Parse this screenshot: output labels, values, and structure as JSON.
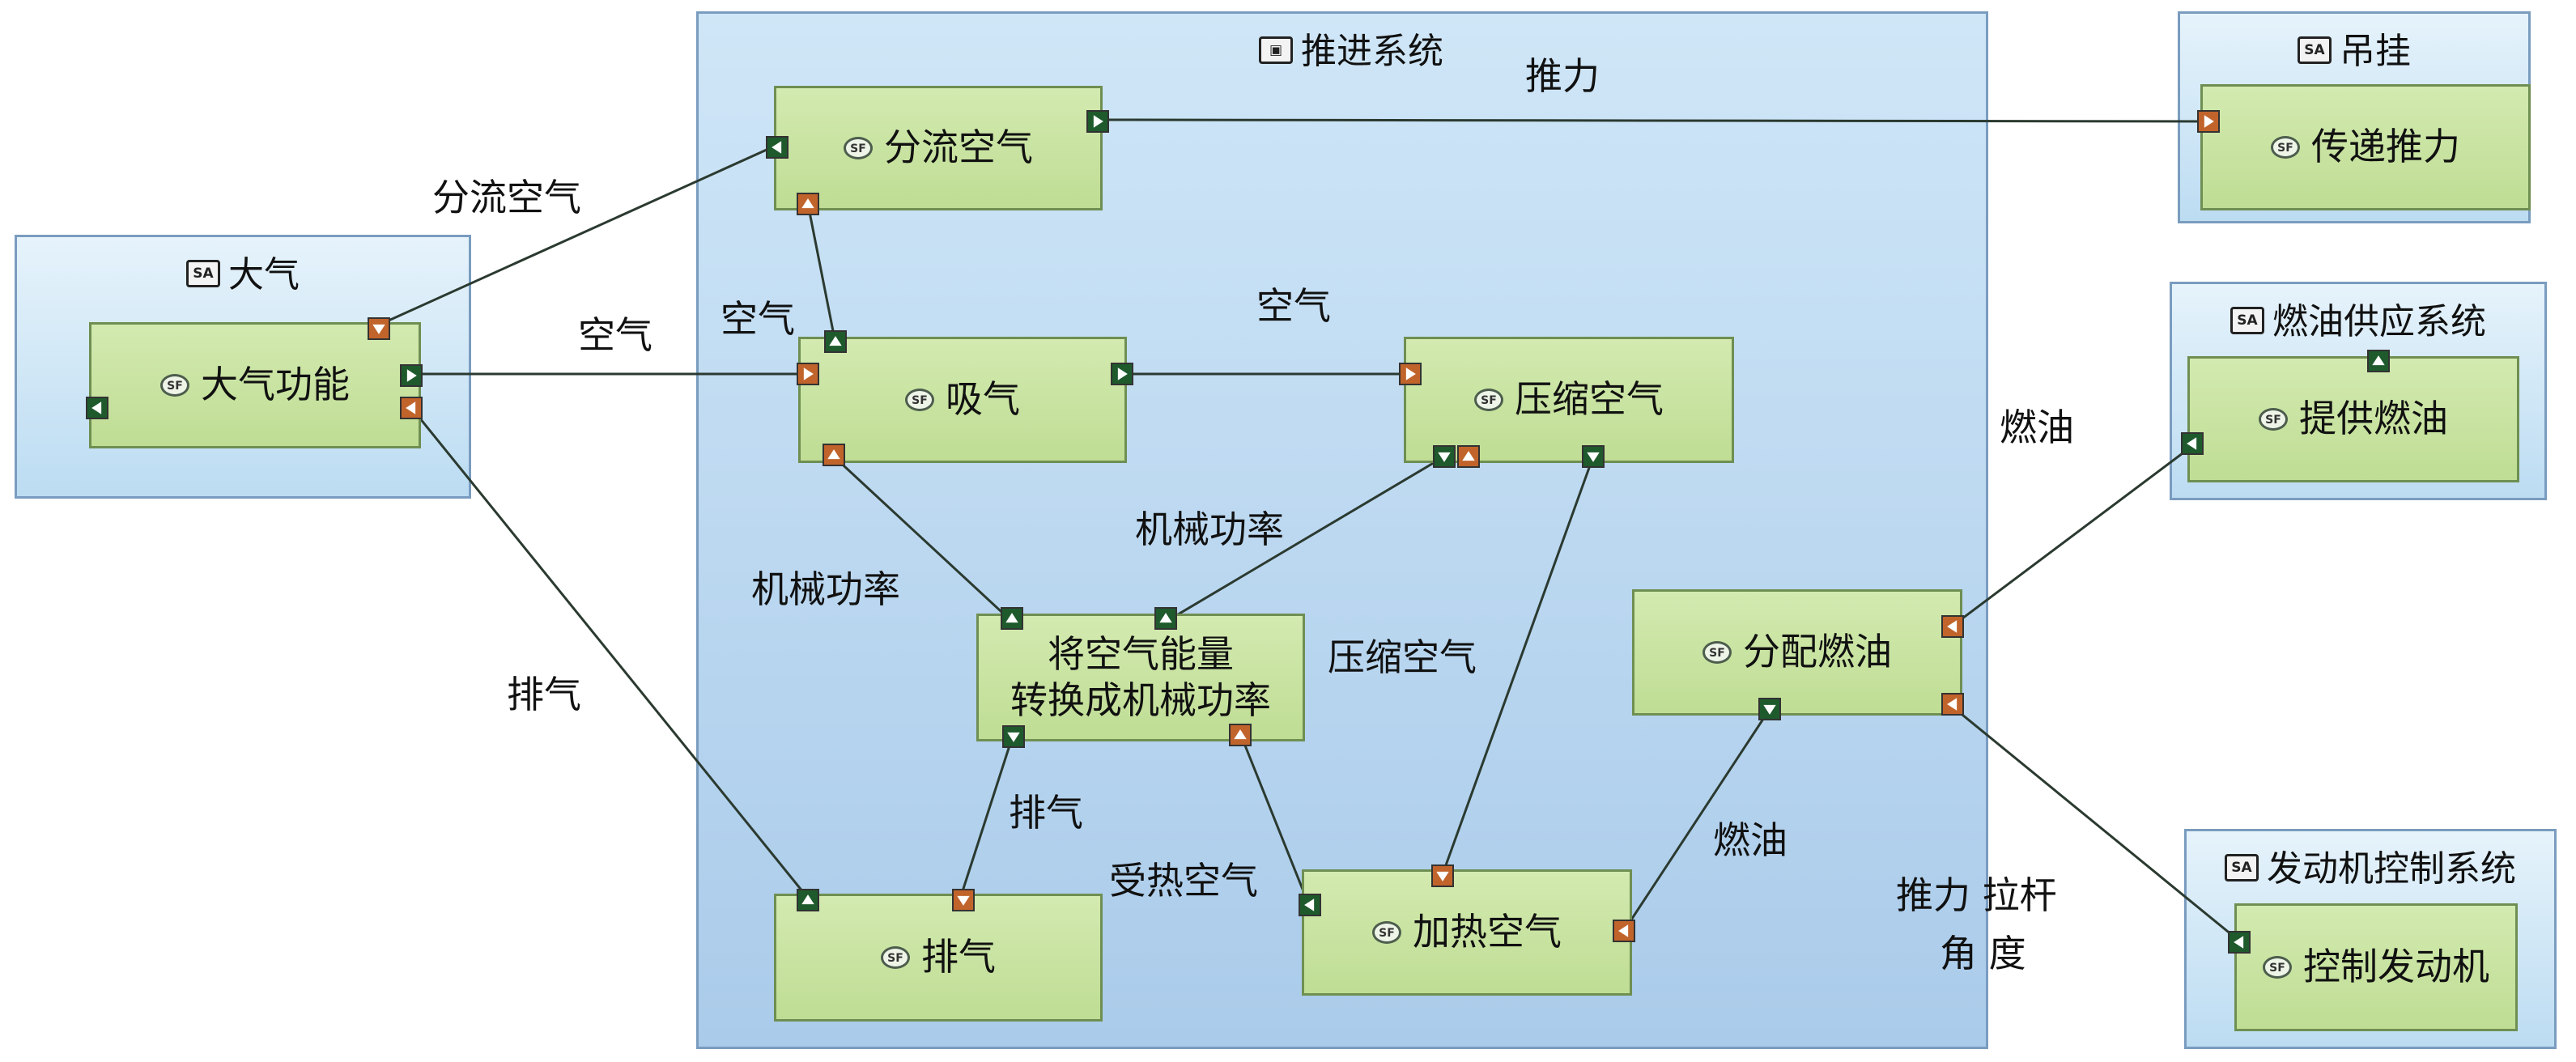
{
  "system": {
    "title": "推进系统",
    "icon": "logical-system-icon"
  },
  "actors": {
    "atmosphere": {
      "title": "大气",
      "icon": "SA"
    },
    "pylon": {
      "title": "吊挂",
      "icon": "SA"
    },
    "fuel_supply": {
      "title": "燃油供应系统",
      "icon": "SA"
    },
    "engine_control": {
      "title": "发动机控制系统",
      "icon": "SA"
    }
  },
  "functions": {
    "split_air": "分流空气",
    "intake": "吸气",
    "compress_air": "压缩空气",
    "convert": [
      "将空气能量",
      "转换成机械功率"
    ],
    "distribute_fuel": "分配燃油",
    "exhaust": "排气",
    "heat_air": "加热空气",
    "atmosphere_function": "大气功能",
    "transfer_thrust": "传递推力",
    "provide_fuel": "提供燃油",
    "control_engine": "控制发动机"
  },
  "function_icon": "SF",
  "exchanges": {
    "split_air": "分流空气",
    "air_left": "空气",
    "air_intake": "空气",
    "air_compress": "空气",
    "thrust": "推力",
    "mech_power_left": "机械功率",
    "mech_power_right": "机械功率",
    "exhaust_left": "排气",
    "exhaust_mid": "排气",
    "compressed_air": "压缩空气",
    "heated_air": "受热空气",
    "fuel_right": "燃油",
    "fuel_mid": "燃油",
    "thrust_lever_line1": "推力 拉杆",
    "thrust_lever_line2": "角 度"
  },
  "colors": {
    "output_port": "#c1642b",
    "input_port": "#1e5a2c",
    "function_fill": "#c9e3a2",
    "system_fill": "#b8d6ef"
  }
}
